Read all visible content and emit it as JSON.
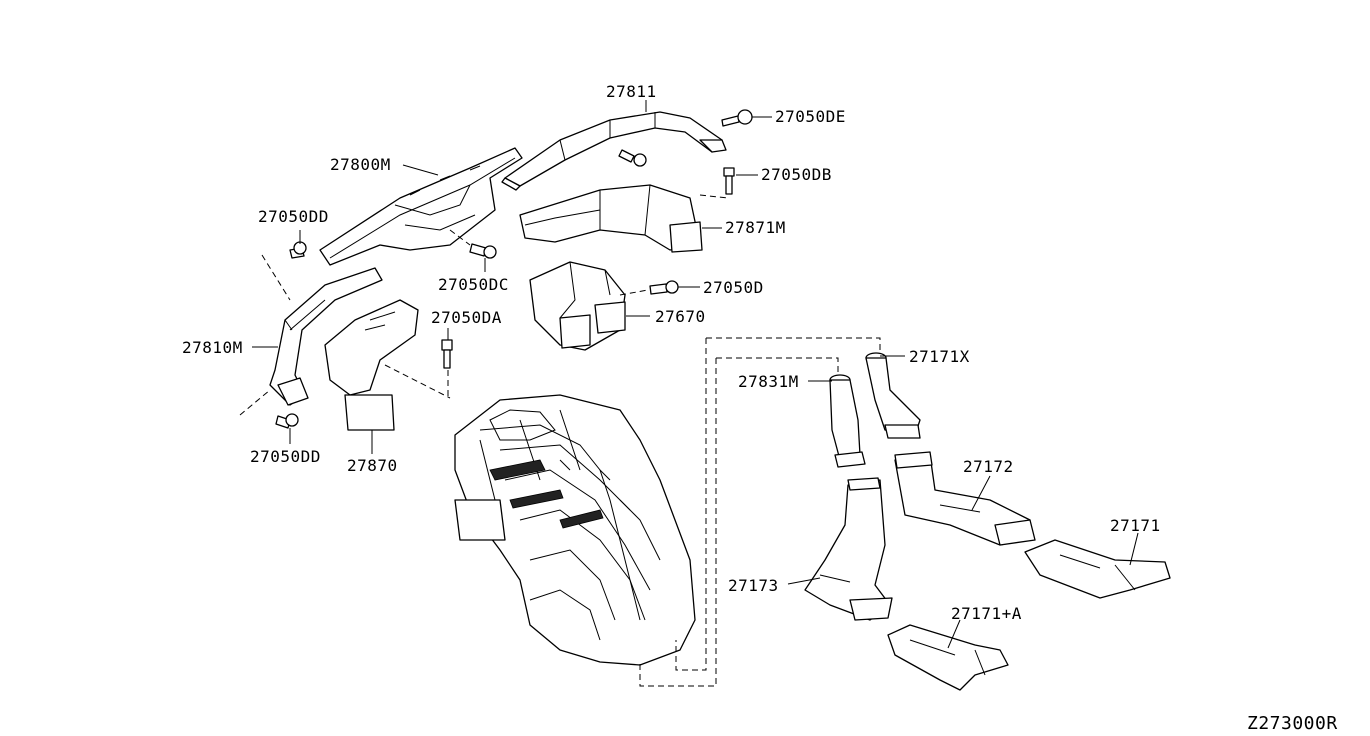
{
  "figure_code": "Z273000R",
  "parts": {
    "p27811": "27811",
    "p27050DE": "27050DE",
    "p27800M": "27800M",
    "p27050DB": "27050DB",
    "p27050DD_top": "27050DD",
    "p27871M": "27871M",
    "p27050DC": "27050DC",
    "p27050D": "27050D",
    "p27050DA": "27050DA",
    "p27670": "27670",
    "p27810M": "27810M",
    "p27171X": "27171X",
    "p27831M": "27831M",
    "p27050DD_bottom": "27050DD",
    "p27870": "27870",
    "p27172": "27172",
    "p27171": "27171",
    "p27173": "27173",
    "p27171A": "27171+A"
  }
}
